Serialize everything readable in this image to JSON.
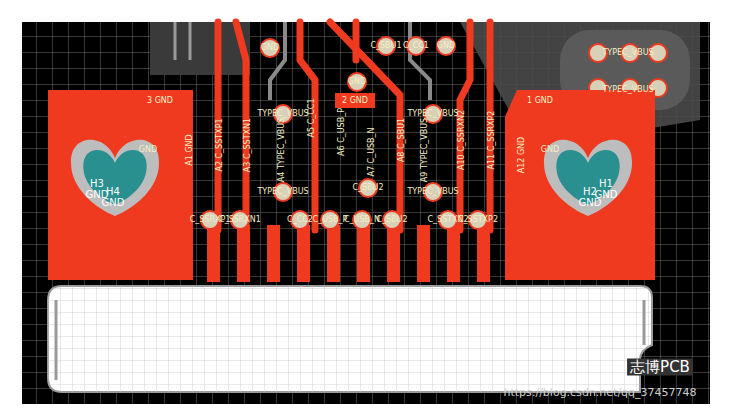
{
  "diagram": {
    "nodes": [
      {
        "text": [
          "3 GND"
        ]
      },
      {
        "text": [
          "H3",
          "GND",
          "H4",
          "GND"
        ],
        "in": 0
      },
      {
        "text": [
          "1 GND"
        ]
      },
      {
        "text": [
          "H1",
          "GND",
          "H2",
          "GND"
        ],
        "in": 2
      }
    ],
    "labels": [
      "GND",
      "C_SBU1",
      "C_CC1",
      "GND",
      "TYPEC_VBUS",
      "TYPEC_VBUS",
      "GND",
      "2 GND",
      "TYPEC_VBUS",
      "TYPEC_VBUS",
      "A1 GND",
      "A2 C_SSTXP1",
      "A3 C_SSTXN1",
      "A4 TYPEC_VBUS",
      "A5 C_CC1",
      "A6 C_USB_P",
      "A7 C_USB_N",
      "A8 C_SBU1",
      "A9 TYPEC_VBUS",
      "A10 C_SSRXN2",
      "A11 C_SSRXP2",
      "A12 GND",
      "GND",
      "GND",
      "TYPEC_VBUS",
      "C_SBU2",
      "TYPEC_VBUS",
      "C_SSRXP1",
      "C_SSRXN1",
      "C_CC2",
      "C_USB_P",
      "C_USB_N",
      "C_SBU2",
      "C_SSTXN2",
      "C_SSTXP2",
      "志博PCB",
      "https://blog.csdn.net/qq_37457748"
    ]
  }
}
